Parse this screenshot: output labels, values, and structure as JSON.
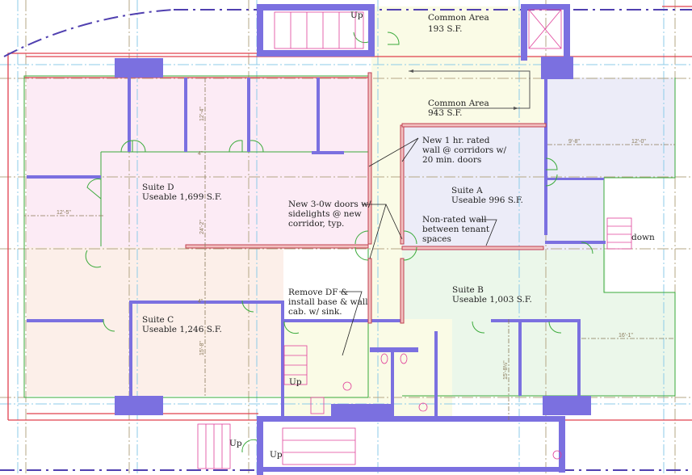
{
  "rooms": {
    "common_193": {
      "name": "Common Area",
      "area": "193 S.F."
    },
    "common_943": {
      "name": "Common Area",
      "area": "943 S.F."
    },
    "suite_a": {
      "name": "Suite A",
      "area": "Useable 996 S.F."
    },
    "suite_b": {
      "name": "Suite B",
      "area": "Useable 1,003 S.F."
    },
    "suite_c": {
      "name": "Suite C",
      "area": "Useable 1,246 S.F."
    },
    "suite_d": {
      "name": "Suite D",
      "area": "Useable 1,699 S.F."
    }
  },
  "notes": {
    "rated_wall": [
      "New 1 hr. rated",
      "wall @ corridors w/",
      "20 min. doors"
    ],
    "doors": [
      "New 3-0w doors w/",
      "sidelights @ new",
      "corridor, typ."
    ],
    "non_rated": [
      "Non-rated wall",
      "between tenant",
      "spaces"
    ],
    "remove_df": [
      "Remove DF &",
      "install base & wall",
      "cab. w/ sink."
    ]
  },
  "stairs": {
    "up": "Up",
    "down": "down"
  },
  "dimensions": {
    "d_12_4": "12'-4\"",
    "d_4a": "4\"",
    "d_24_2": "24'-2\"",
    "d_12_5": "12'-5\"",
    "d_9_8": "9'-8\"",
    "d_12_0": "12'-0\"",
    "d_4b": "4\"",
    "d_15_8": "15'-8\"",
    "d_15_8h": "15'-8½\"",
    "d_16_1": "16'-1\""
  },
  "colors": {
    "wall": "#7b70e0",
    "suite_d": "#fcebf5",
    "suite_c": "#fcefe9",
    "suite_a": "#ececf8",
    "suite_b": "#ebf7ea",
    "common": "#fafbe6"
  }
}
